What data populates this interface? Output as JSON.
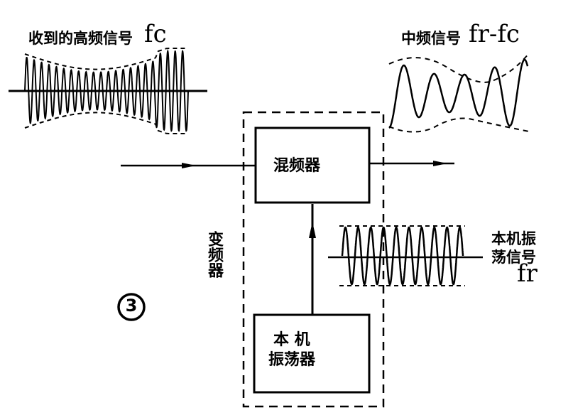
{
  "labels": {
    "received_signal": "收到的高频信号",
    "received_symbol": "fc",
    "if_signal": "中频信号",
    "if_symbol": "fr-fc",
    "mixer": "混频器",
    "local_osc_signal_line1": "本机振",
    "local_osc_signal_line2": "荡信号",
    "local_osc_symbol": "fr",
    "converter": "变频器",
    "oscillator_line1": "本 机",
    "oscillator_line2": "振荡器",
    "figure_number": "③"
  }
}
